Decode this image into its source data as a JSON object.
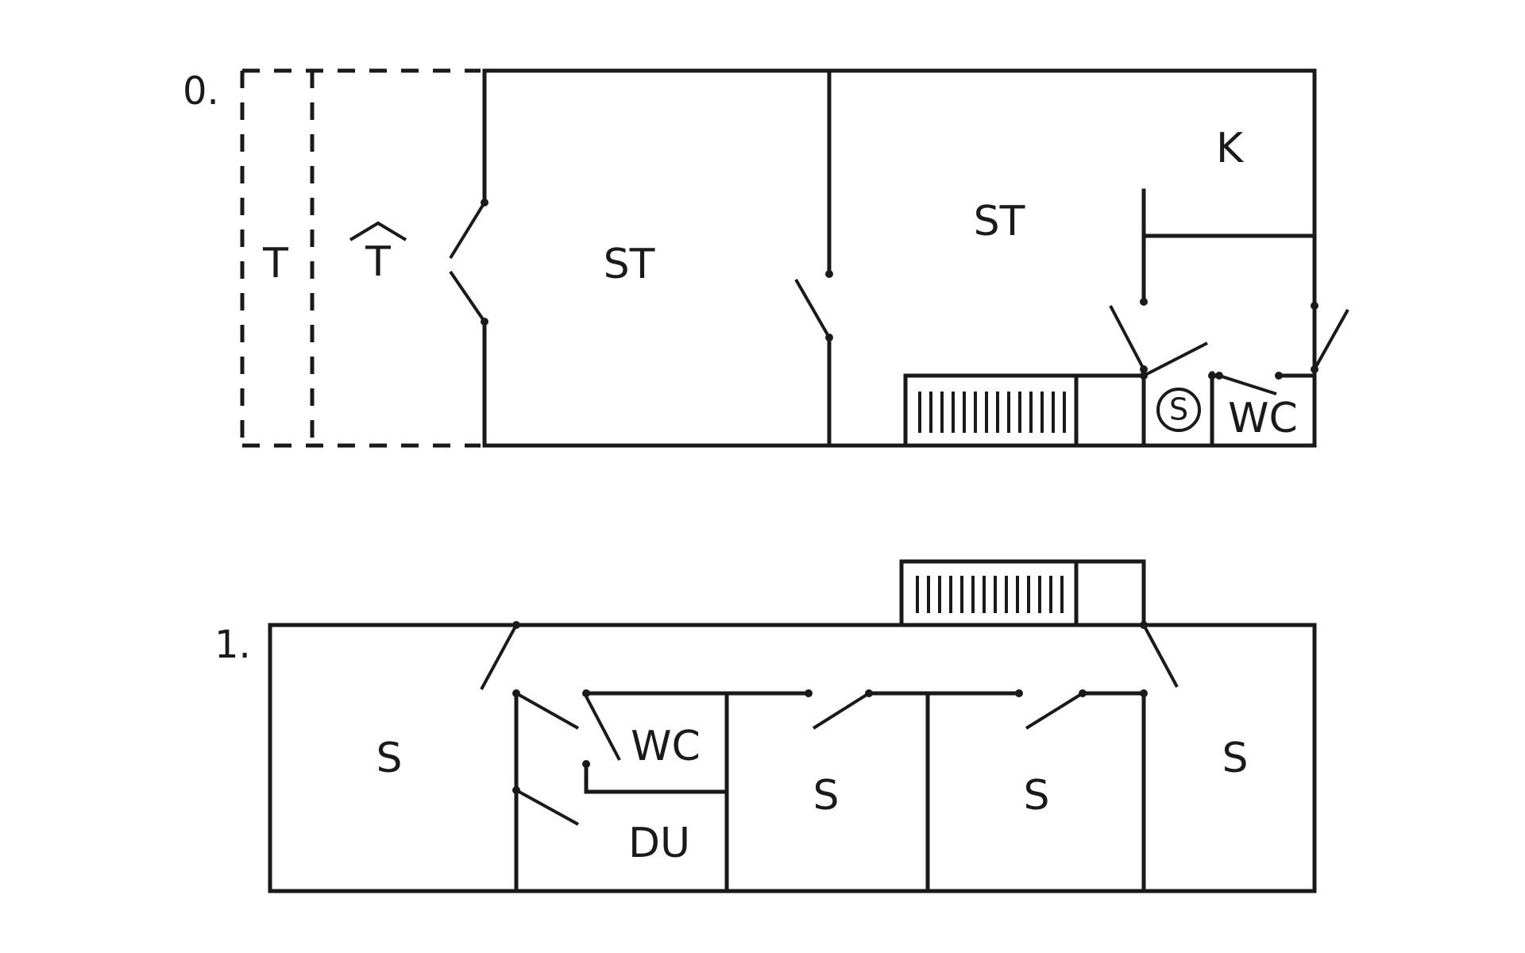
{
  "levels": {
    "ground": {
      "label": "0."
    },
    "upper": {
      "label": "1."
    }
  },
  "rooms": {
    "terrace": "T",
    "terrace_cover": "T",
    "living_1": "ST",
    "living_2": "ST",
    "kitchen": "K",
    "ground_wc": "WC",
    "storage_symbol": "S",
    "bedroom_1": "S",
    "upper_wc": "WC",
    "shower": "DU",
    "bedroom_2": "S",
    "bedroom_3": "S",
    "bedroom_4": "S"
  },
  "colors": {
    "line": "#1a1a1a",
    "background": "#ffffff"
  }
}
